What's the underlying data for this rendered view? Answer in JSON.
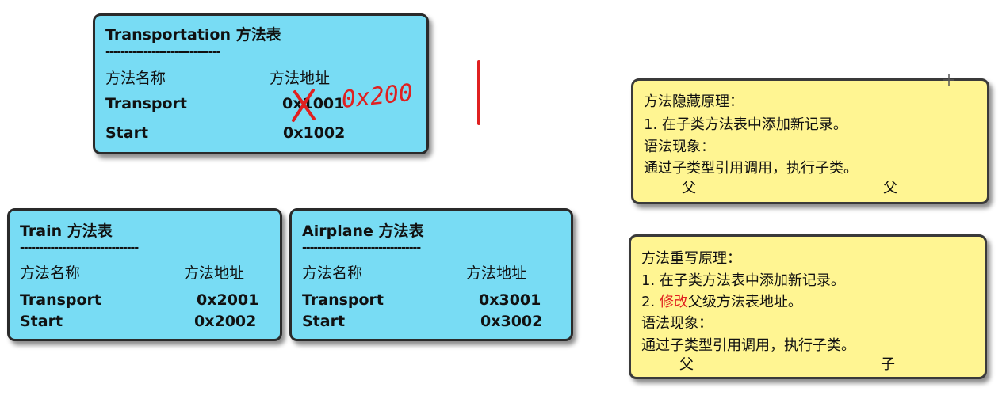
{
  "transportation": {
    "title": "Transportation  方法表",
    "divider": "------------------------------",
    "col_name": "方法名称",
    "col_addr": "方法地址",
    "rows": [
      {
        "name": "Transport",
        "addr": "0x1001"
      },
      {
        "name": "Start",
        "addr": "0x1002"
      }
    ],
    "handwritten_addr": "0x200"
  },
  "train": {
    "title": "Train  方法表",
    "divider": "-------------------------------",
    "col_name": "方法名称",
    "col_addr": "方法地址",
    "rows": [
      {
        "name": "Transport",
        "addr": "0x2001"
      },
      {
        "name": "Start",
        "addr": "0x2002"
      }
    ]
  },
  "airplane": {
    "title": "Airplane  方法表",
    "divider": "-------------------------------",
    "col_name": "方法名称",
    "col_addr": "方法地址",
    "rows": [
      {
        "name": "Transport",
        "addr": "0x3001"
      },
      {
        "name": "Start",
        "addr": "0x3002"
      }
    ]
  },
  "hiding_note": {
    "heading": "方法隐藏原理：",
    "step1": "1. 在子类方法表中添加新记录。",
    "syntax_heading": "语法现象：",
    "syntax": "通过子类型引用调用，执行子类。",
    "left_mark": "父",
    "right_mark": "父"
  },
  "override_note": {
    "heading": "方法重写原理：",
    "step1": "1. 在子类方法表中添加新记录。",
    "step2_prefix": "2. ",
    "step2_highlight": "修改",
    "step2_suffix": "父级方法表地址。",
    "syntax_heading": "语法现象：",
    "syntax": "通过子类型引用调用，执行子类。",
    "left_mark": "父",
    "right_mark": "子"
  },
  "colors": {
    "table_fill": "#78dcf4",
    "note_fill": "#fff592",
    "annotation_red": "#e02020"
  }
}
